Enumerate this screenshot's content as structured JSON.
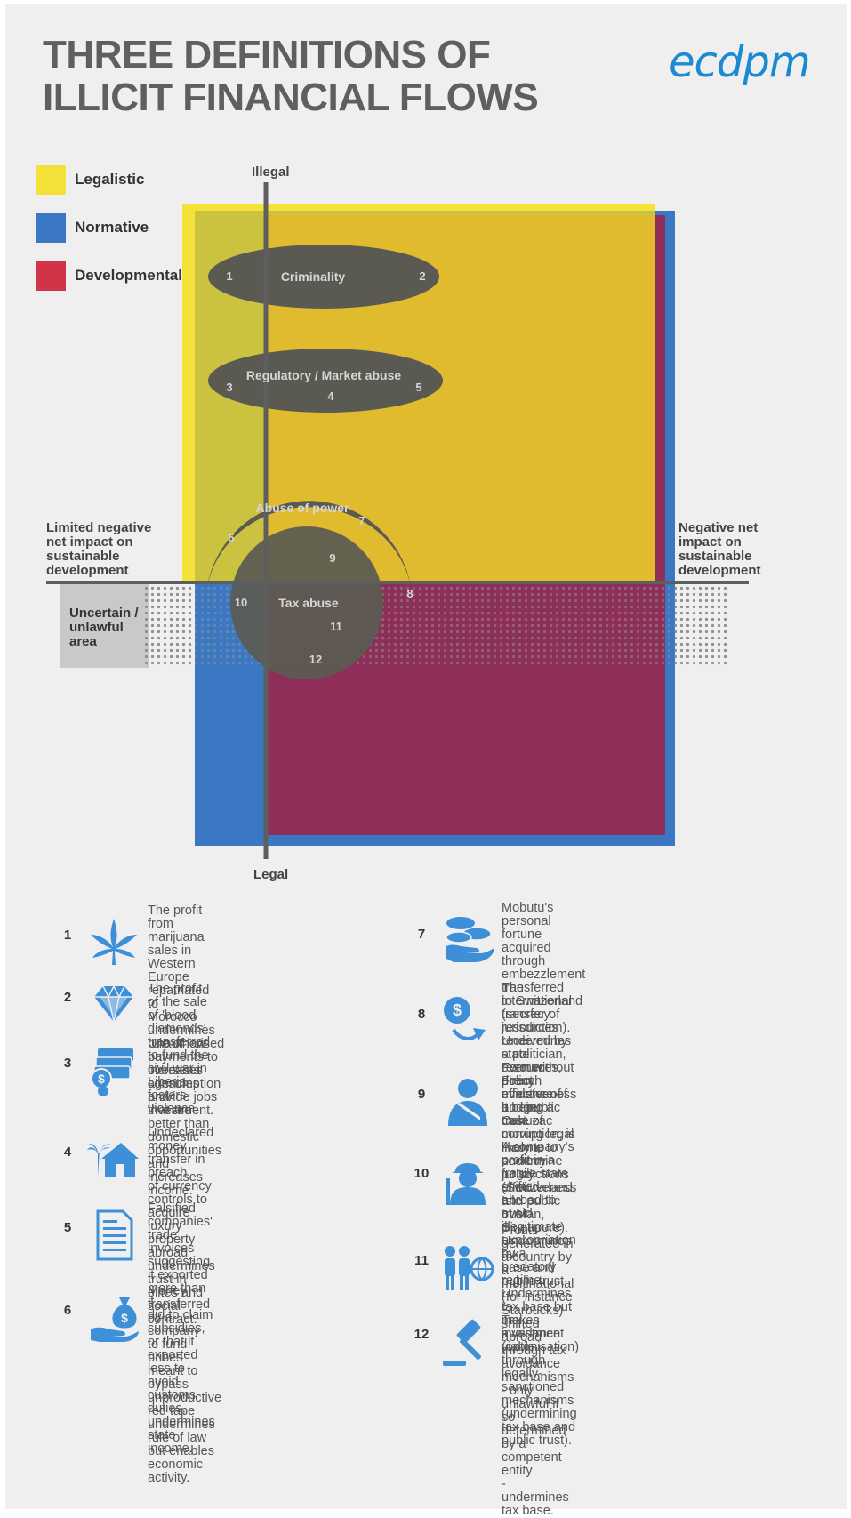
{
  "title": [
    "THREE DEFINITIONS OF",
    "ILLICIT FINANCIAL FLOWS"
  ],
  "logo": "ecdpm",
  "colors": {
    "background": "#efefef",
    "legalistic": "#f4e238",
    "normative": "#3b78c4",
    "developmental": "#d13449",
    "overlap_main": "#e1bb2e",
    "overlap_bottom": "#8e2f5a",
    "overlap_left": "#cbc240",
    "ellipse": "#5a5a52",
    "icon": "#3d8fd8"
  },
  "legend": [
    {
      "label": "Legalistic",
      "color": "#f4e238"
    },
    {
      "label": "Normative",
      "color": "#3b78c4"
    },
    {
      "label": "Developmental",
      "color": "#d13449"
    }
  ],
  "axes": {
    "top": "Illegal",
    "bottom": "Legal",
    "left": [
      "Limited negative",
      "net impact on",
      "sustainable",
      "development"
    ],
    "right": [
      "Negative net",
      "impact on",
      "sustainable",
      "development"
    ],
    "uncertain": [
      "Uncertain /",
      "unlawful",
      "area"
    ]
  },
  "regions": {
    "criminality": {
      "label": "Criminality",
      "left_num": "1",
      "right_num": "2"
    },
    "regulatory": {
      "label": "Regulatory / Market abuse",
      "left_num": "3",
      "center_num": "4",
      "right_num": "5"
    },
    "abuse_power": {
      "label": "Abuse of power",
      "nums": [
        "6",
        "7",
        "8",
        "9"
      ]
    },
    "tax_abuse": {
      "label": "Tax abuse",
      "nums": [
        "10",
        "11",
        "12"
      ]
    }
  },
  "items": [
    {
      "num": "1",
      "icon": "cannabis-leaf-icon",
      "lines": [
        "The profit from marijuana sales in",
        "Western Europe repatriated to",
        "Morocco undermines rule of law but",
        "increases consumption and",
        "investment."
      ]
    },
    {
      "num": "2",
      "icon": "diamond-icon",
      "lines": [
        "The profit of the sale of 'blood",
        "diamonds' transferred to fund the",
        "civil war in Liberia fosters violence."
      ]
    },
    {
      "num": "3",
      "icon": "money-stack-icon",
      "lines": [
        "Unauthorised payments to",
        "overseas agencies  provide jobs",
        "that are better than domestic",
        "opportunities and increases",
        "income."
      ]
    },
    {
      "num": "4",
      "icon": "palm-house-icon",
      "lines": [
        "Undeclared money transfer in breach",
        "of currency controls to acquire luxury",
        "property abroad undermines trust in",
        "elites and social contract."
      ]
    },
    {
      "num": "5",
      "icon": "invoice-icon",
      "lines": [
        "Falsified companies' trade invoices",
        "suggesting it exported more than it",
        "did to claim subsidies, or that it",
        "exported less to avoid customs",
        "duties, undermines state income."
      ]
    },
    {
      "num": "6",
      "icon": "money-bag-hand-icon",
      "lines": [
        "Money transferred by a company",
        "to fund bribes meant to bypass",
        "unproductive red tape undermines",
        "rule of law but enables economic",
        "activity."
      ]
    },
    {
      "num": "7",
      "icon": "coins-hand-icon",
      "lines": [
        "Mobutu's personal fortune acquired",
        "through embezzlement transferred",
        "to Switzerland (secrecy jurisdiction).",
        "Undermines state resources, policy",
        "effectiveness and public trust."
      ]
    },
    {
      "num": "8",
      "icon": "dollar-transfer-icon",
      "lines": [
        "The international transfer of resources",
        "received by a politician, even without",
        "direct evidence of it being a case of",
        "corruption, is likely to undermine",
        "policy effectiveness and public trust."
      ]
    },
    {
      "num": "9",
      "icon": "minister-icon",
      "lines": [
        "Former French minister of budget",
        "Cahuzac moving legal income to",
        "secrecy jurisdictions (Switzerland, Isle",
        "of Man, Singapore). Undermines tax",
        "base and public trust."
      ]
    },
    {
      "num": "10",
      "icon": "worker-icon",
      "lines": [
        "A company's profit in a fragile state",
        "shifted abroad to avoid illegitimate",
        "expropriation by a predatory regime.",
        "Undermines tax base but makes",
        "investment viable."
      ]
    },
    {
      "num": "11",
      "icon": "people-globe-icon",
      "lines": [
        "Profits generated in a country by a",
        "multinational (for instance Starbucks)",
        "shifted abroad through tax avoidance",
        "mechanisms - only unlawful if",
        "so determined by a competent entity",
        "- undermines tax base."
      ]
    },
    {
      "num": "12",
      "icon": "gavel-icon",
      "lines": [
        "Tax avoidance (optimisation)",
        "through legally-sanctioned",
        "mechanisms (undermining",
        "tax base and public trust)."
      ]
    }
  ]
}
